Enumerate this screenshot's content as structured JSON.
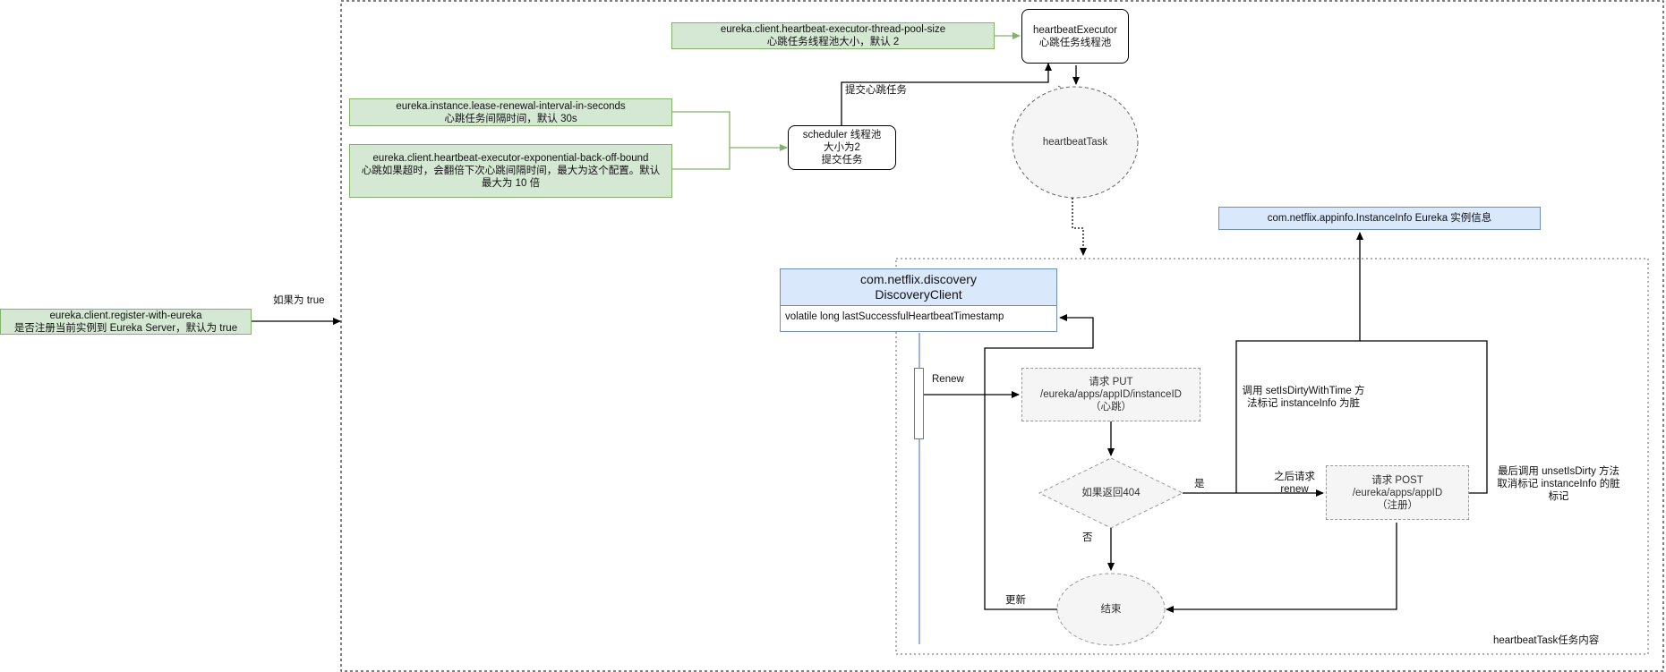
{
  "register_config": {
    "key": "eureka.client.register-with-eureka",
    "desc": "是否注册当前实例到 Eureka Server，默认为 true"
  },
  "if_true_label": "如果为 true",
  "thread_pool_config": {
    "key": "eureka.client.heartbeat-executor-thread-pool-size",
    "desc": "心跳任务线程池大小，默认 2"
  },
  "heartbeat_executor": {
    "title": "heartbeatExecutor",
    "desc": "心跳任务线程池"
  },
  "renewal_interval_config": {
    "key": "eureka.instance.lease-renewal-interval-in-seconds",
    "desc": "心跳任务间隔时间，默认 30s"
  },
  "backoff_config": {
    "key": "eureka.client.heartbeat-executor-exponential-back-off-bound",
    "desc_line1": "心跳如果超时，会翻倍下次心跳间隔时间，最大为这个配置。默认",
    "desc_line2": "最大为 10 倍"
  },
  "scheduler": {
    "line1": "scheduler 线程池",
    "line2": "大小为2",
    "line3": "提交任务"
  },
  "submit_label": "提交心跳任务",
  "heartbeat_task": "heartbeatTask",
  "instance_info": "com.netflix.appinfo.InstanceInfo Eureka 实例信息",
  "discovery_client": {
    "package": "com.netflix.discovery",
    "name": "DiscoveryClient",
    "field": "volatile long lastSuccessfulHeartbeatTimestamp"
  },
  "renew_label": "Renew",
  "put_request": {
    "line1": "请求 PUT",
    "line2": "/eureka/apps/appID/instanceID",
    "line3": "（心跳）"
  },
  "decision": "如果返回404",
  "yes_label": "是",
  "no_label": "否",
  "then_renew_label_line1": "之后请求",
  "then_renew_label_line2": "renew",
  "post_request": {
    "line1": "请求 POST",
    "line2": "/eureka/apps/appID",
    "line3": "（注册）"
  },
  "set_dirty_label_line1": "调用 setIsDirtyWithTime 方",
  "set_dirty_label_line2": "法标记 instanceInfo 为脏",
  "unset_dirty_label_line1": "最后调用 unsetIsDirty 方法",
  "unset_dirty_label_line2": "取消标记 instanceInfo 的脏",
  "unset_dirty_label_line3": "标记",
  "end_label": "结束",
  "update_label": "更新",
  "task_region_label": "heartbeatTask任务内容"
}
